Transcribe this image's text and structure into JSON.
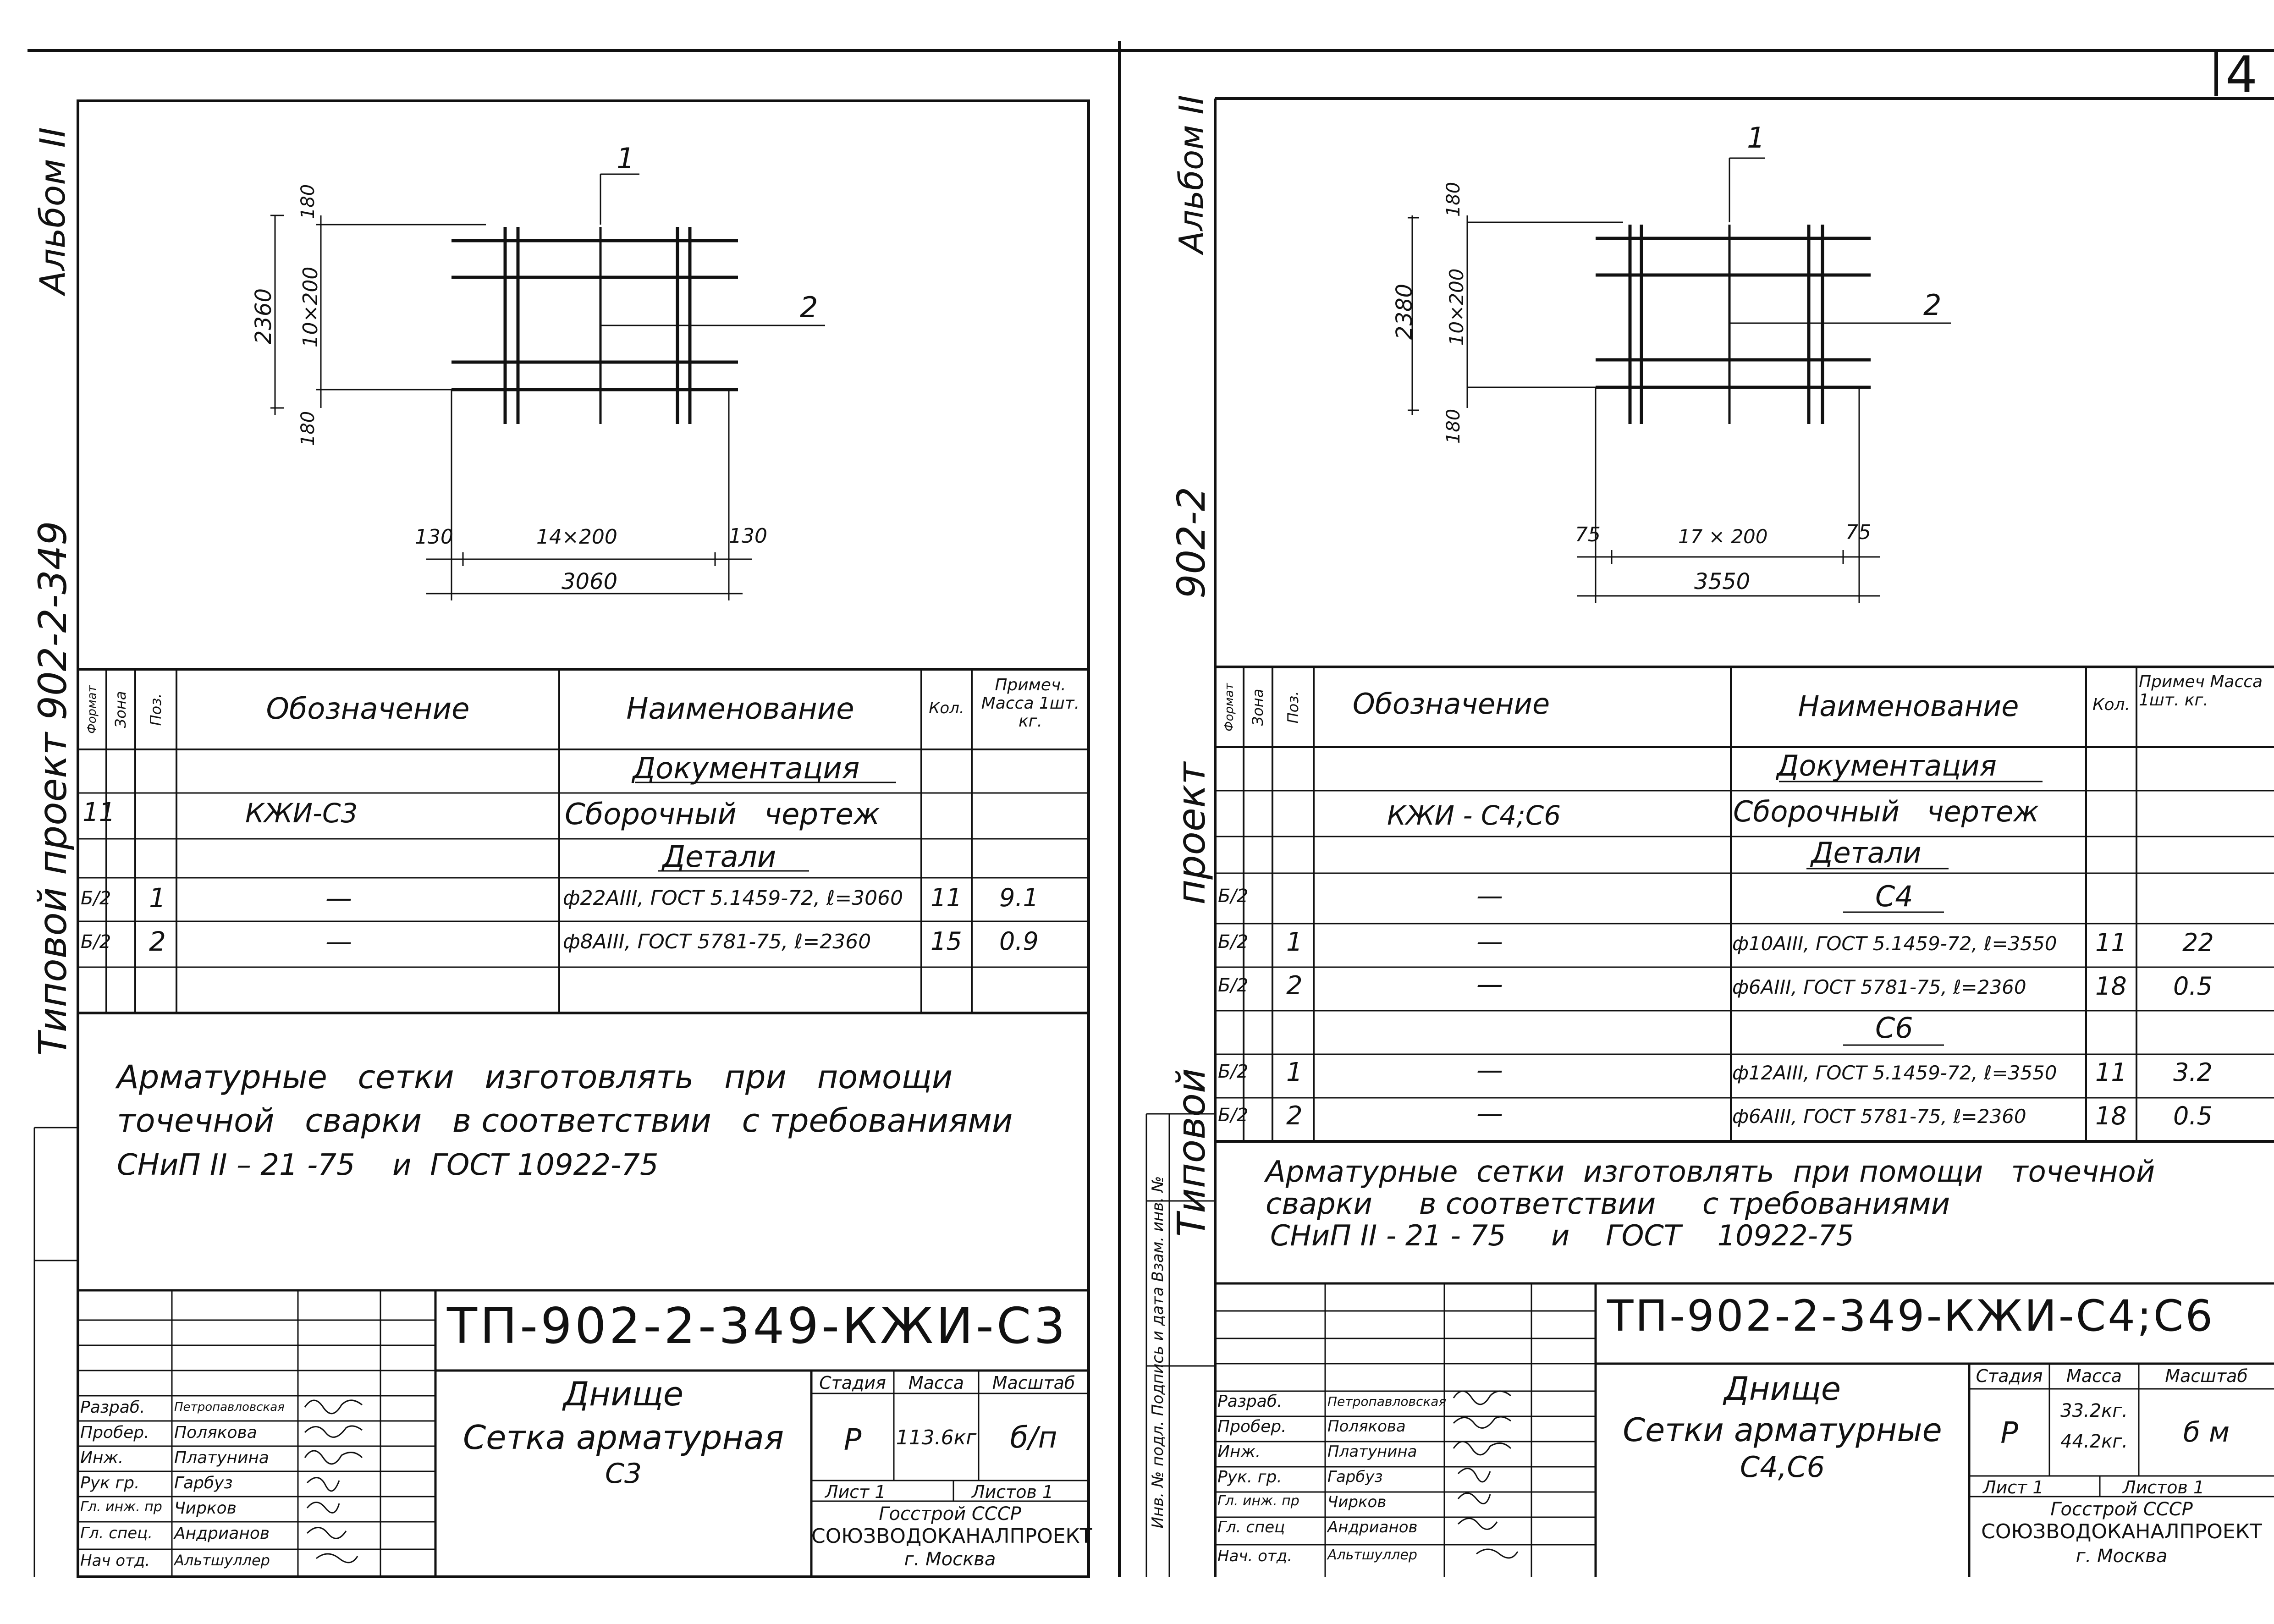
{
  "page_number": "4",
  "sheet_left": {
    "side_album": "Альбом II",
    "side_project": "Типовой проект 902-2-349",
    "drawing": {
      "leader_1": "1",
      "leader_2": "2",
      "dim_height_total": "2360",
      "dim_height_mid": "10×200",
      "dim_top": "180",
      "dim_bottom": "180",
      "dim_left": "130",
      "dim_mid": "14×200",
      "dim_right": "130",
      "dim_width_total": "3060"
    },
    "table": {
      "headers": [
        "Формат",
        "Зона",
        "Поз.",
        "Обозначение",
        "Наименование",
        "Кол.",
        "Примеч. Масса 1шт. кг."
      ],
      "rows": [
        {
          "fmt": "",
          "zone": "",
          "pos": "",
          "designation": "",
          "name": "Документация",
          "qty": "",
          "note": ""
        },
        {
          "fmt": "11",
          "zone": "",
          "pos": "",
          "designation": "КЖИ-С3",
          "name": "Сборочный чертеж",
          "qty": "",
          "note": ""
        },
        {
          "fmt": "",
          "zone": "",
          "pos": "",
          "designation": "",
          "name": "Детали",
          "qty": "",
          "note": ""
        },
        {
          "fmt": "Б/2",
          "zone": "",
          "pos": "1",
          "designation": "—",
          "name": "ф22АIII, ГОСТ 5.1459-72, ℓ=3060",
          "qty": "11",
          "note": "9.1"
        },
        {
          "fmt": "Б/2",
          "zone": "",
          "pos": "2",
          "designation": "—",
          "name": "ф8АIII, ГОСТ 5781-75, ℓ=2360",
          "qty": "15",
          "note": "0.9"
        },
        {
          "fmt": "",
          "zone": "",
          "pos": "",
          "designation": "",
          "name": "",
          "qty": "",
          "note": ""
        }
      ]
    },
    "note_lines": [
      "Арматурные   сетки   изготовлять   при   помощи",
      "точечной   сварки   в соответствии   с требованиями",
      "СНиП II – 21 -75    и  ГОСТ 10922-75"
    ],
    "stamp": {
      "code": "ТП-902-2-349-КЖИ-С3",
      "title_1": "Днище",
      "title_2": "Сетка арматурная",
      "title_3": "С3",
      "roles": [
        "Разраб.",
        "Пробер.",
        "Инж.",
        "Рук гр.",
        "Гл. инж. пр",
        "Гл. спец.",
        "Нач отд."
      ],
      "names": [
        "Петропавловская",
        "Полякова",
        "Платунина",
        "Гарбуз",
        "Чирков",
        "Андрианов",
        "Альтшуллер"
      ],
      "stage_label": "Стадия",
      "mass_label": "Масса",
      "scale_label": "Масштаб",
      "stage": "Р",
      "mass": "113.6кг",
      "scale": "б/п",
      "sheet_label": "Лист 1",
      "sheets_label": "Листов 1",
      "org_1": "Госстрой СССР",
      "org_2": "СОЮЗВОДОКАНАЛПРОЕКТ",
      "org_3": "г. Москва"
    }
  },
  "sheet_right": {
    "side_album": "Альбом II",
    "side_project": "Типовой проект 902-2",
    "side_stamp": "Инв. № подл.  Подпись и дата  Взам. инв. №",
    "drawing": {
      "leader_1": "1",
      "leader_2": "2",
      "dim_height_total": "2380",
      "dim_height_mid": "10×200",
      "dim_top": "180",
      "dim_bottom": "180",
      "dim_left": "75",
      "dim_mid": "17 × 200",
      "dim_right": "75",
      "dim_width_total": "3550"
    },
    "table": {
      "headers": [
        "Формат",
        "Зона",
        "Поз.",
        "Обозначение",
        "Наименование",
        "Кол.",
        "Примеч Масса 1шт. кг."
      ],
      "rows": [
        {
          "fmt": "",
          "zone": "",
          "pos": "",
          "designation": "",
          "name": "Документация",
          "qty": "",
          "note": ""
        },
        {
          "fmt": "",
          "zone": "",
          "pos": "",
          "designation": "КЖИ - С4;С6",
          "name": "Сборочный чертеж",
          "qty": "",
          "note": ""
        },
        {
          "fmt": "",
          "zone": "",
          "pos": "",
          "designation": "",
          "name": "Детали",
          "qty": "",
          "note": ""
        },
        {
          "fmt": "Б/2",
          "zone": "",
          "pos": "",
          "designation": "—",
          "name": "С4",
          "qty": "",
          "note": ""
        },
        {
          "fmt": "Б/2",
          "zone": "",
          "pos": "1",
          "designation": "—",
          "name": "ф10АIII, ГОСТ 5.1459-72, ℓ=3550",
          "qty": "11",
          "note": "22"
        },
        {
          "fmt": "Б/2",
          "zone": "",
          "pos": "2",
          "designation": "—",
          "name": "ф6АIII, ГОСТ 5781-75, ℓ=2360",
          "qty": "18",
          "note": "0.5"
        },
        {
          "fmt": "",
          "zone": "",
          "pos": "",
          "designation": "",
          "name": "С6",
          "qty": "",
          "note": ""
        },
        {
          "fmt": "Б/2",
          "zone": "",
          "pos": "1",
          "designation": "—",
          "name": "ф12АIII, ГОСТ 5.1459-72, ℓ=3550",
          "qty": "11",
          "note": "3.2"
        },
        {
          "fmt": "Б/2",
          "zone": "",
          "pos": "2",
          "designation": "—",
          "name": "ф6АIII, ГОСТ 5781-75, ℓ=2360",
          "qty": "18",
          "note": "0.5"
        }
      ]
    },
    "note_lines": [
      "Арматурные  сетки  изготовлять  при помощи   точечной",
      "сварки     в соответствии     с требованиями",
      "СНиП II - 21 - 75     и    ГОСТ    10922-75"
    ],
    "stamp": {
      "code": "ТП-902-2-349-КЖИ-С4;С6",
      "title_1": "Днище",
      "title_2": "Сетки арматурные",
      "title_3": "С4,С6",
      "roles": [
        "Разраб.",
        "Пробер.",
        "Инж.",
        "Рук. гр.",
        "Гл. инж. пр",
        "Гл. спец",
        "Нач. отд."
      ],
      "names": [
        "Петропавловская",
        "Полякова",
        "Платунина",
        "Гарбуз",
        "Чирков",
        "Андрианов",
        "Альтшуллер"
      ],
      "stage_label": "Стадия",
      "mass_label": "Масса",
      "scale_label": "Масштаб",
      "stage": "Р",
      "mass_1": "33.2кг.",
      "mass_2": "44.2кг.",
      "scale": "б м",
      "sheet_label": "Лист 1",
      "sheets_label": "Листов 1",
      "org_1": "Госстрой СССР",
      "org_2": "СОЮЗВОДОКАНАЛПРОЕКТ",
      "org_3": "г. Москва"
    }
  }
}
